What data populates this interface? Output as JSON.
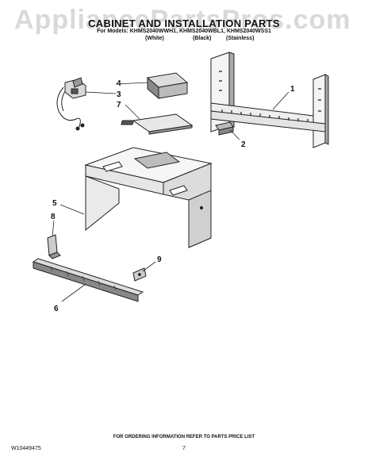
{
  "watermark": "AppliancePartsPros.com",
  "header": {
    "title": "CABINET AND INSTALLATION PARTS",
    "models": "For Models: KHMS2040WWH1, KHMS2040WBL1, KHMS2040WSS1",
    "variants": [
      "(White)",
      "(Black)",
      "(Stainless)"
    ]
  },
  "callouts": [
    "1",
    "2",
    "3",
    "4",
    "5",
    "6",
    "7",
    "8",
    "9"
  ],
  "footer": {
    "ordering_note": "FOR ORDERING INFORMATION REFER TO PARTS PRICE LIST",
    "doc_number": "W10449475",
    "page_number": "7"
  }
}
